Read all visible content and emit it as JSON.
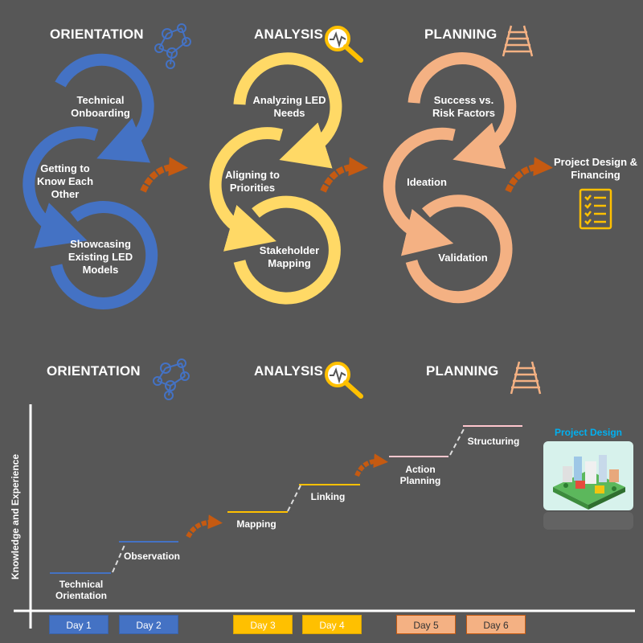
{
  "top": {
    "orientation": {
      "title": "ORIENTATION",
      "icon": "network-people-icon",
      "items": [
        "Technical\nOnboarding",
        "Getting to\nKnow Each\nOther",
        "Showcasing\nExisting LED\nModels"
      ]
    },
    "analysis": {
      "title": "ANALYSIS",
      "icon": "magnifier-pulse-icon",
      "items": [
        "Analyzing LED\nNeeds",
        "Aligning to\nPriorities",
        "Stakeholder\nMapping"
      ]
    },
    "planning": {
      "title": "PLANNING",
      "icon": "railway-track-icon",
      "items": [
        "Success vs.\nRisk Factors",
        "Ideation",
        "Validation"
      ]
    },
    "outcome": {
      "label": "Project Design &\nFinancing",
      "icon": "checklist-icon"
    }
  },
  "bottom": {
    "titles": {
      "orientation": "ORIENTATION",
      "analysis": "ANALYSIS",
      "planning": "PLANNING"
    },
    "y_axis_label": "Knowledge and Experience",
    "steps": [
      "Technical\nOrientation",
      "Observation",
      "Mapping",
      "Linking",
      "Action\nPlanning",
      "Structuring"
    ],
    "days": [
      "Day 1",
      "Day 2",
      "Day 3",
      "Day 4",
      "Day 5",
      "Day 6"
    ],
    "project_design": {
      "title": "Project Design",
      "image": "city-isometric-image"
    }
  },
  "colors": {
    "background": "#575757",
    "blue": "#4472c4",
    "yellow": "#ffd966",
    "peach": "#f4b183",
    "arrow_orange": "#c55a11",
    "step_pink": "#ffc7ce",
    "title_cyan": "#00b0f0"
  }
}
